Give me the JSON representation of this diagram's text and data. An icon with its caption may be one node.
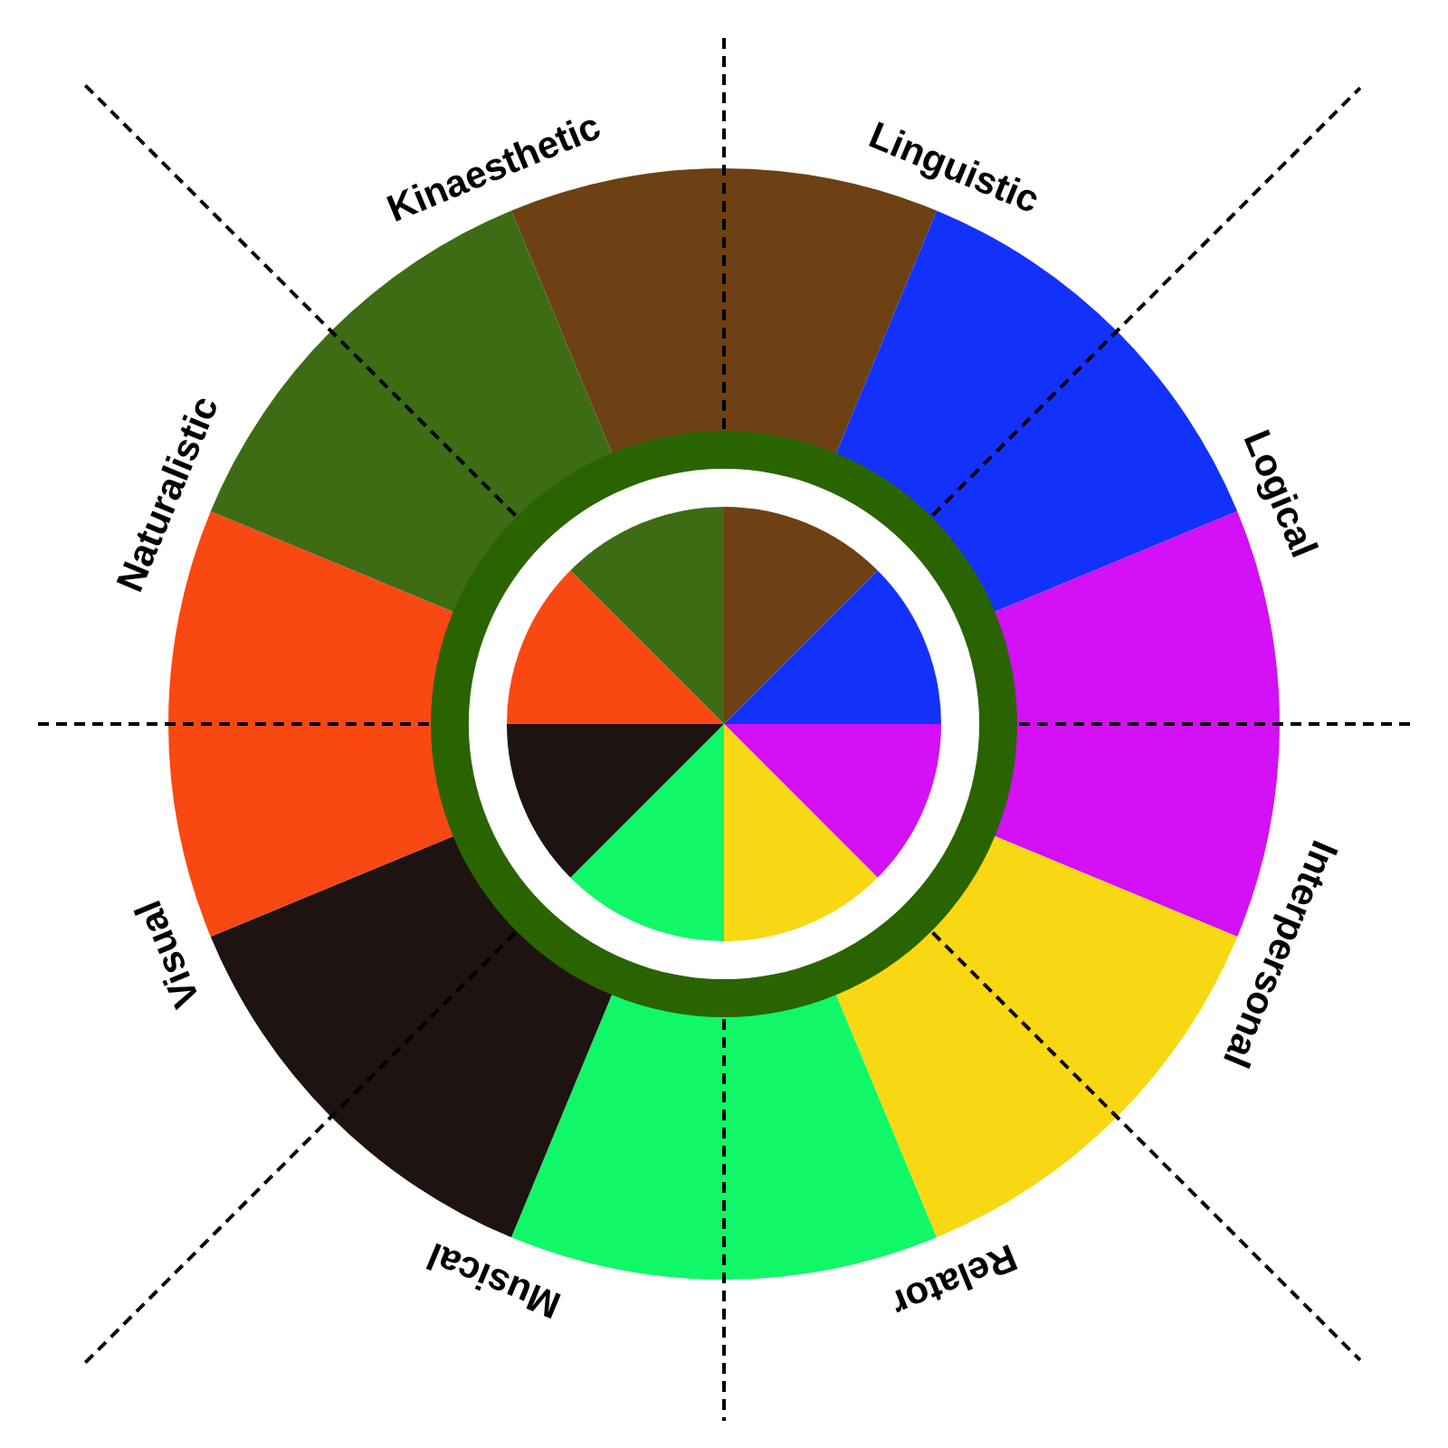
{
  "diagram": {
    "labels": [
      "Linguistic",
      "Logical",
      "Interpersonal",
      "Relator",
      "Musical",
      "Visual",
      "Naturalistic",
      "Kinaesthetic"
    ]
  }
}
